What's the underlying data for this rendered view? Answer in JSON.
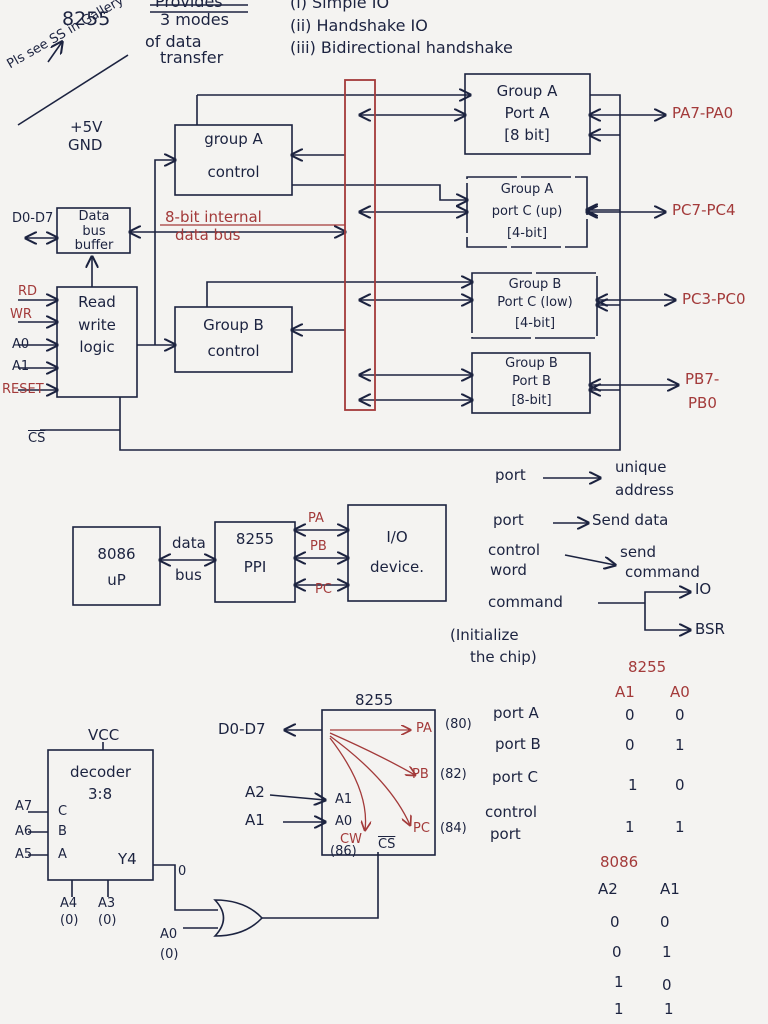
{
  "header": {
    "chip": "8255",
    "provides": "Provides",
    "modes": "3 modes",
    "of_data": "of data",
    "transfer": "transfer",
    "mode_1": "(i) Simple IO",
    "mode_2": "(ii) Handshake IO",
    "mode_3": "(iii) Bidirectional handshake",
    "note": "Pls see SS in Gallery"
  },
  "block_diagram": {
    "power": "+5V",
    "ground": "GND",
    "group_a_control": [
      "group A",
      "control"
    ],
    "group_b_control": [
      "Group B",
      "control"
    ],
    "data_bus_buffer": [
      "Data",
      "bus",
      "buffer"
    ],
    "data_bus_lines": "D0-D7",
    "internal_bus_label": [
      "8-bit internal",
      "data bus"
    ],
    "read_write_logic": [
      "Read",
      "write",
      "logic"
    ],
    "control_pins": [
      "RD",
      "WR",
      "A0",
      "A1",
      "RESET"
    ],
    "chip_select": "CS",
    "group_a_port_a": [
      "Group A",
      "Port A",
      "[8 bit]"
    ],
    "group_a_port_c": [
      "Group A",
      "port C (up)",
      "[4-bit]"
    ],
    "group_b_port_c": [
      "Group B",
      "Port C (low)",
      "[4-bit]"
    ],
    "group_b_port_b": [
      "Group B",
      "Port B",
      "[8-bit]"
    ],
    "port_a_pins": "PA7-PA0",
    "port_c_upper_pins": "PC7-PC4",
    "port_c_lower_pins": "PC3-PC0",
    "port_b_pins": [
      "PB7-",
      "PB0"
    ]
  },
  "interface_diagram": {
    "cpu": [
      "8086",
      "uP"
    ],
    "bus_label": [
      "data",
      "bus"
    ],
    "ppi": [
      "8255",
      "PPI"
    ],
    "ports": [
      "PA",
      "PB",
      "PC"
    ],
    "device": [
      "I/O",
      "device."
    ]
  },
  "port_notes": {
    "port": "port",
    "unique_address": [
      "unique",
      "address"
    ],
    "port2": "port",
    "send_data": "Send data",
    "control_word": [
      "control",
      "word"
    ],
    "send_command": [
      "send",
      "command"
    ],
    "command": "command",
    "initialize": [
      "(Initialize",
      "the chip)"
    ],
    "io": "IO",
    "bsr": "BSR"
  },
  "decoder_circuit": {
    "vcc": "VCC",
    "decoder": [
      "decoder",
      "3:8"
    ],
    "decoder_inputs": [
      "C",
      "B",
      "A"
    ],
    "address_inputs": [
      "A7",
      "A6",
      "A5"
    ],
    "output": "Y4",
    "output_value": "0",
    "low_inputs": [
      "A4",
      "A3"
    ],
    "low_values": [
      "(0)",
      "(0)"
    ],
    "gate_input": "A0",
    "gate_input_value": "(0)",
    "chip": "8255",
    "data_lines": "D0-D7",
    "addr_a2": "A2",
    "addr_a1": "A1",
    "chip_pin_a1": "A1",
    "chip_pin_a0": "A0",
    "chip_select": "CS",
    "ports": [
      {
        "pin": "PA",
        "addr": "(80)"
      },
      {
        "pin": "PB",
        "addr": "(82)"
      },
      {
        "pin": "PC",
        "addr": "(84)"
      },
      {
        "pin": "CW",
        "addr": "(86)"
      }
    ]
  },
  "port_table": {
    "title": "8255",
    "headers": [
      "A1",
      "A0"
    ],
    "rows": [
      {
        "label": "port A",
        "a1": "0",
        "a0": "0"
      },
      {
        "label": "port B",
        "a1": "0",
        "a0": "1"
      },
      {
        "label": "port C",
        "a1": "1",
        "a0": "0"
      },
      {
        "label": [
          "control",
          "port"
        ],
        "a1": "1",
        "a0": "1"
      }
    ]
  },
  "cpu_table": {
    "title": "8086",
    "headers": [
      "A2",
      "A1"
    ],
    "rows": [
      {
        "a2": "0",
        "a1": "0"
      },
      {
        "a2": "0",
        "a1": "1"
      },
      {
        "a2": "1",
        "a1": "0"
      },
      {
        "a2": "1",
        "a1": "1"
      }
    ]
  },
  "colors": {
    "ink": "#1c2340",
    "red_ink": "#a33a3a",
    "paper": "#f4f3f1"
  }
}
